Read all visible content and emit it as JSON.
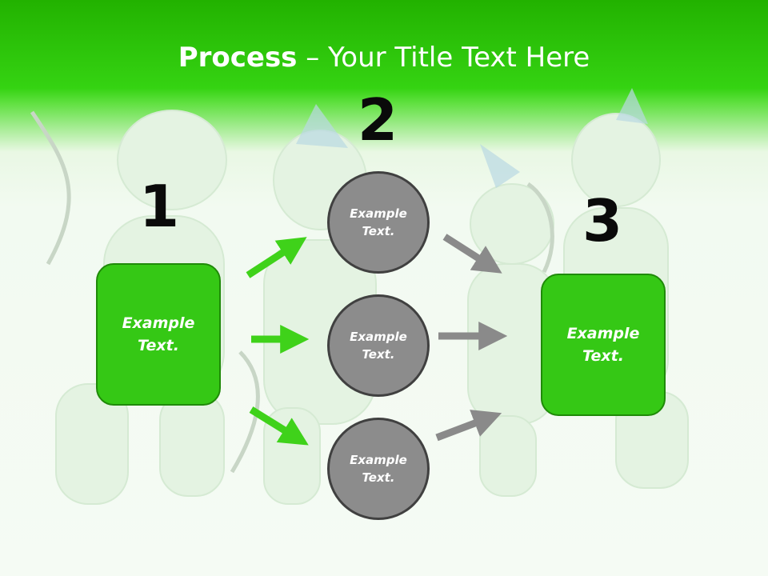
{
  "title": {
    "bold": "Process",
    "rest": " – Your Title Text Here"
  },
  "steps": {
    "one": {
      "number": "1",
      "box_text": "Example Text."
    },
    "two": {
      "number": "2",
      "circles": [
        "Example Text.",
        "Example Text.",
        "Example Text."
      ]
    },
    "three": {
      "number": "3",
      "box_text": "Example Text."
    }
  },
  "colors": {
    "header_green": "#22b200",
    "box_green": "#35c815",
    "circle_gray": "#8c8c8c",
    "arrow_green": "#3fd21a",
    "arrow_gray": "#8a8a8a"
  }
}
